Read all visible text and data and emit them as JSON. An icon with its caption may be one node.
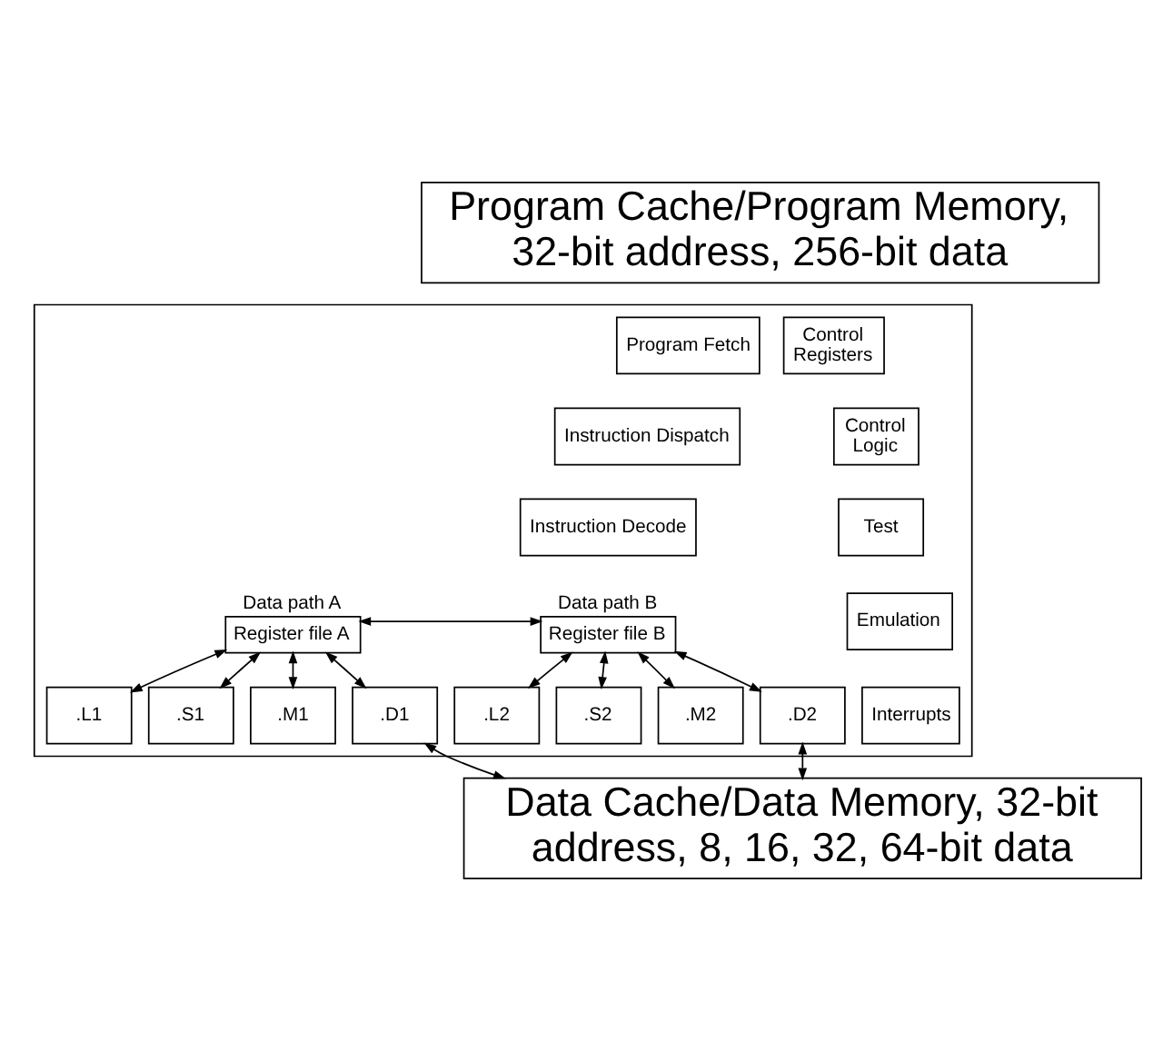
{
  "diagram": {
    "nodes": [
      {
        "text": [
          "Program Cache/Program Memory, 32-bit address, 256-bit data"
        ]
      },
      {
        "text": [],
        "shape": "box"
      },
      {
        "text": [
          "Program Fetch"
        ],
        "in": 1
      },
      {
        "text": [
          "Instruction Dispatch"
        ],
        "in": 1
      },
      {
        "text": [
          "Instruction Decode"
        ],
        "in": 1
      },
      {
        "text": [
          "Register file A"
        ],
        "in": 1,
        "beside": [
          "Data path A"
        ]
      },
      {
        "text": [
          ".L1"
        ],
        "in": 1
      },
      {
        "text": [
          ".S1"
        ],
        "in": 1
      },
      {
        "text": [
          ".M1"
        ],
        "in": 1
      },
      {
        "text": [
          ".D1"
        ],
        "in": 1
      },
      {
        "text": [
          "Register file B"
        ],
        "in": 1,
        "beside": [
          "Data path B"
        ]
      },
      {
        "text": [
          ".L2"
        ],
        "in": 1
      },
      {
        "text": [
          ".S2"
        ],
        "in": 1
      },
      {
        "text": [
          ".M2"
        ],
        "in": 1
      },
      {
        "text": [
          ".D2"
        ],
        "in": 1
      },
      {
        "text": [
          "Control Registers"
        ],
        "in": 1
      },
      {
        "text": [
          "Control Logic"
        ],
        "in": 1
      },
      {
        "text": [
          "Test"
        ],
        "in": 1
      },
      {
        "text": [
          "Emulation"
        ],
        "in": 1
      },
      {
        "text": [
          "Interrupts"
        ],
        "in": 1
      },
      {
        "text": [
          "Data Cache/Data Memory, 32-bit address, 8, 16, 32, 64-bit data"
        ]
      }
    ],
    "edges": [
      {
        "from": 5,
        "to": 6,
        "arrow": "both"
      },
      {
        "from": 5,
        "to": 7,
        "arrow": "both"
      },
      {
        "from": 5,
        "to": 8,
        "arrow": "both"
      },
      {
        "from": 5,
        "to": 9,
        "arrow": "both"
      },
      {
        "from": 5,
        "to": 10,
        "arrow": "both"
      },
      {
        "from": 10,
        "to": 11,
        "arrow": "both"
      },
      {
        "from": 10,
        "to": 12,
        "arrow": "both"
      },
      {
        "from": 10,
        "to": 13,
        "arrow": "both"
      },
      {
        "from": 10,
        "to": 14,
        "arrow": "both"
      },
      {
        "from": 9,
        "to": 20,
        "arrow": "both"
      },
      {
        "from": 14,
        "to": 20,
        "arrow": "both"
      }
    ]
  }
}
